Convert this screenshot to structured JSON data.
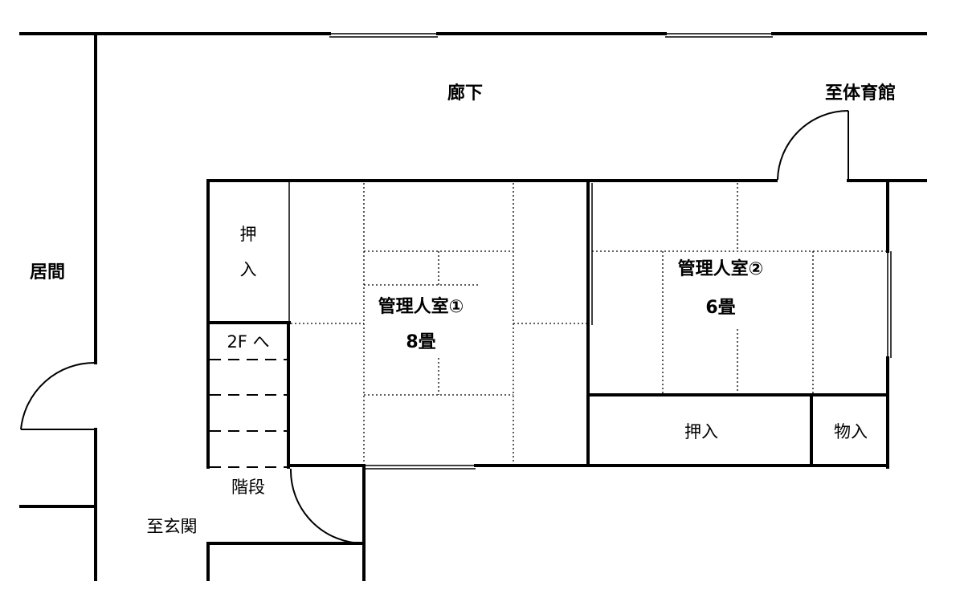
{
  "labels": {
    "corridor": "廊下",
    "to_gym": "至体育館",
    "living_room": "居間",
    "closet_left_1": "押",
    "closet_left_2": "入",
    "to_2f": "2F へ",
    "stairs": "階段",
    "to_entrance": "至玄関",
    "room1_name": "管理人室①",
    "room1_size": "8畳",
    "room2_name": "管理人室②",
    "room2_size": "6畳",
    "closet_right": "押入",
    "storage": "物入"
  }
}
